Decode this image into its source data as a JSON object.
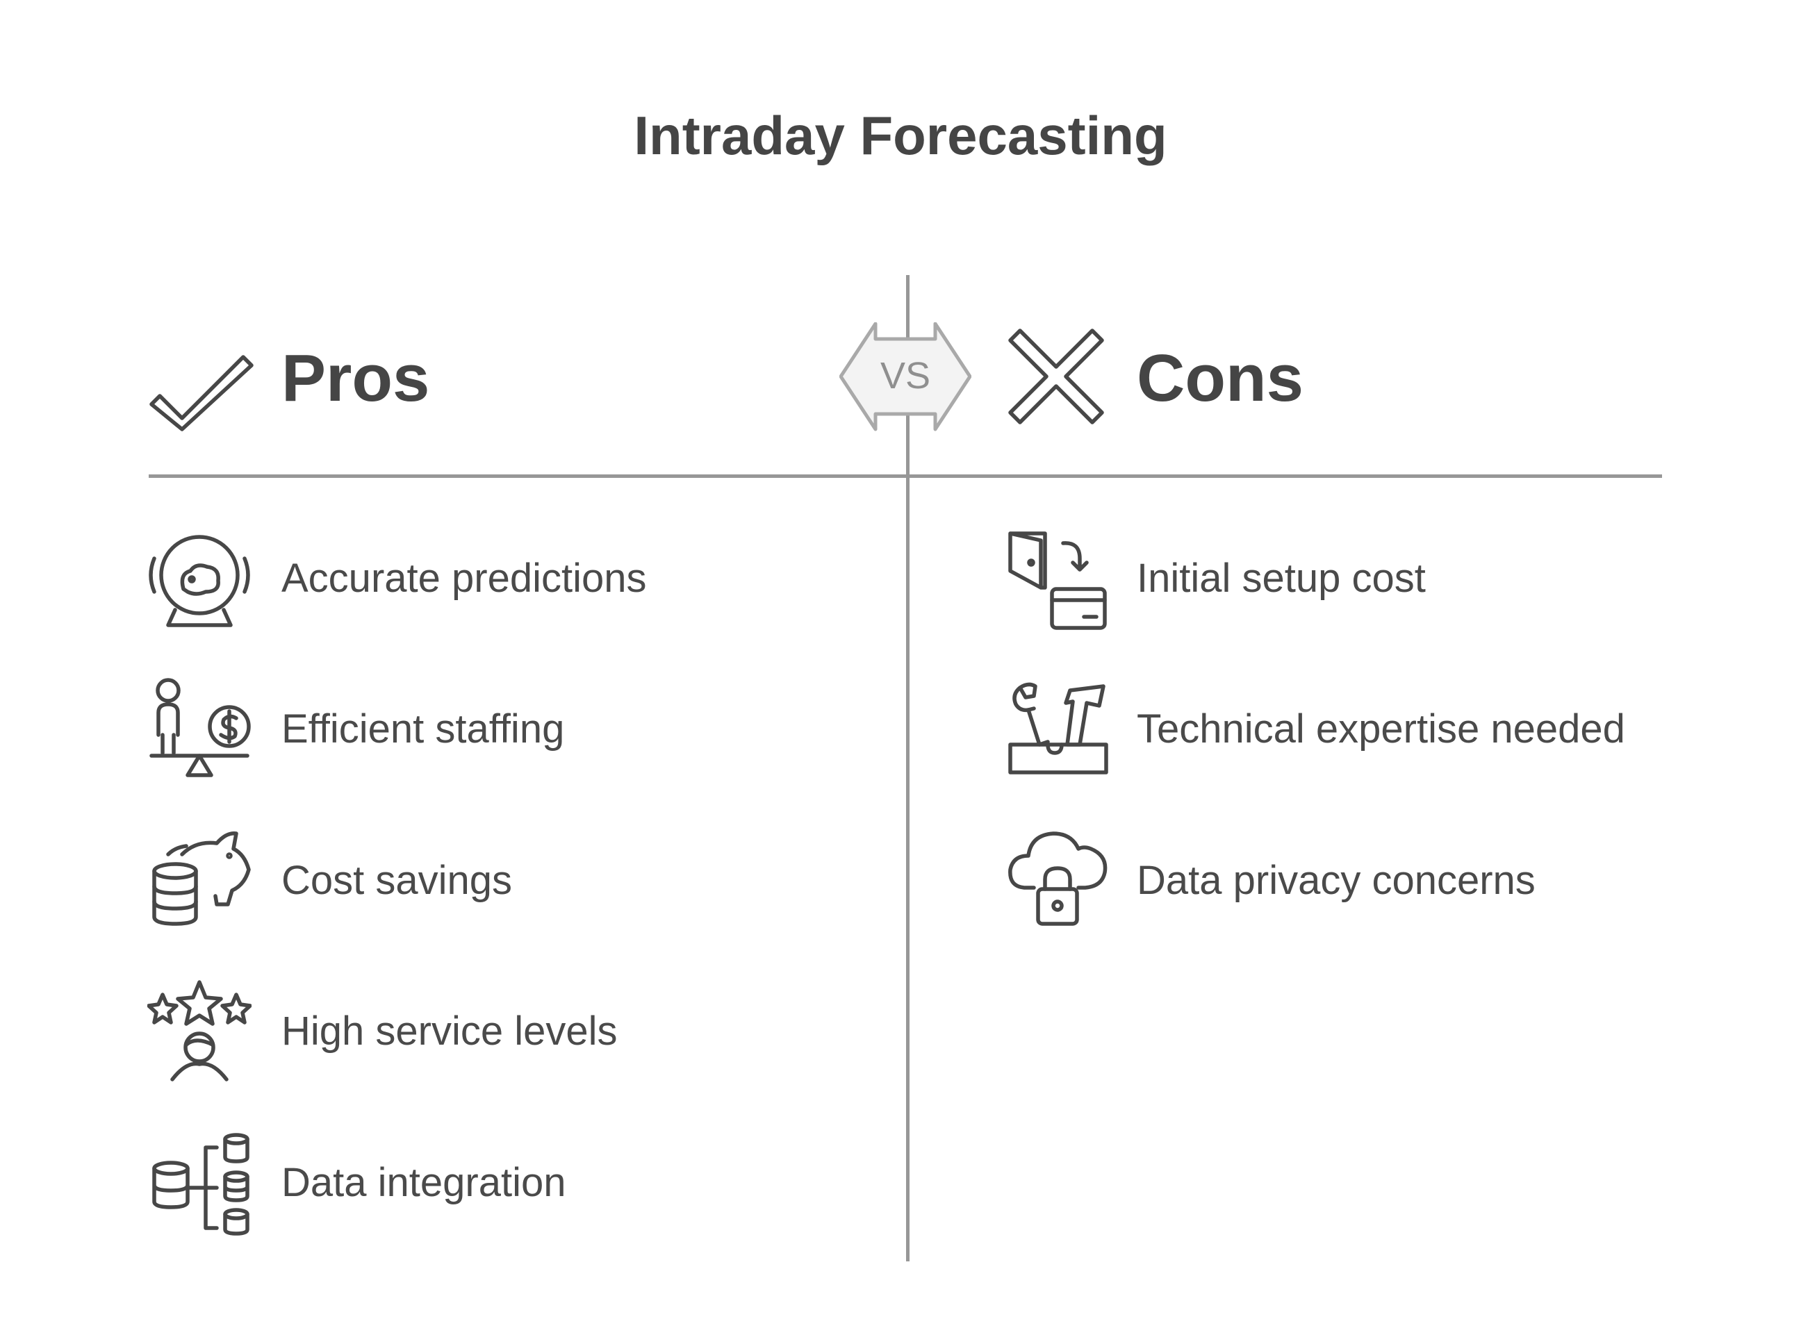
{
  "title": "Intraday Forecasting",
  "vs_label": "VS",
  "pros": {
    "label": "Pros",
    "icon": "check-icon",
    "items": [
      {
        "label": "Accurate predictions",
        "icon": "crystal-ball-icon"
      },
      {
        "label": "Efficient staffing",
        "icon": "balance-person-dollar-icon"
      },
      {
        "label": "Cost savings",
        "icon": "piggy-bank-coins-icon"
      },
      {
        "label": "High service levels",
        "icon": "stars-person-icon"
      },
      {
        "label": "Data integration",
        "icon": "database-network-icon"
      }
    ]
  },
  "cons": {
    "label": "Cons",
    "icon": "cross-icon",
    "items": [
      {
        "label": "Initial setup cost",
        "icon": "wallet-card-icon"
      },
      {
        "label": "Technical expertise needed",
        "icon": "toolbox-icon"
      },
      {
        "label": "Data privacy concerns",
        "icon": "cloud-lock-icon"
      }
    ]
  },
  "colors": {
    "text": "#484848",
    "divider": "#979797",
    "vs_fill": "#f3f3f3",
    "vs_stroke": "#a9a9a9"
  }
}
